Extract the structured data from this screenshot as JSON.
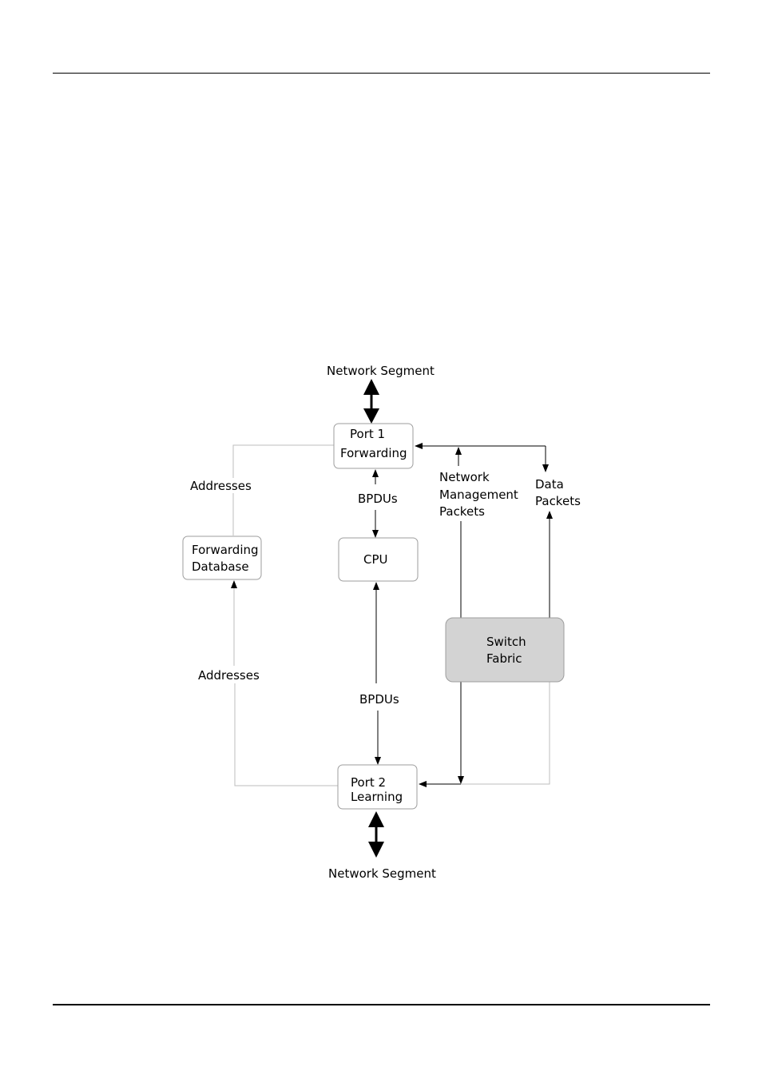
{
  "diagram": {
    "network_segment_top": "Network Segment",
    "network_segment_bottom": "Network Segment",
    "port1": {
      "line1": "Port 1",
      "line2": "Forwarding"
    },
    "port2": {
      "line1": "Port 2",
      "line2": "Learning"
    },
    "cpu": "CPU",
    "forwarding_database": {
      "line1": "Forwarding",
      "line2": "Database"
    },
    "switch_fabric": {
      "line1": "Switch",
      "line2": "Fabric"
    },
    "bpdus_top": "BPDUs",
    "bpdus_bottom": "BPDUs",
    "addresses_top": "Addresses",
    "addresses_bottom": "Addresses",
    "network_management_packets": {
      "line1": "Network",
      "line2": "Management",
      "line3": "Packets"
    },
    "data_packets": {
      "line1": "Data",
      "line2": "Packets"
    },
    "colors": {
      "switch_fabric_fill": "#d3d3d3",
      "thin_line": "#bdbdbd",
      "line": "#000000"
    }
  }
}
